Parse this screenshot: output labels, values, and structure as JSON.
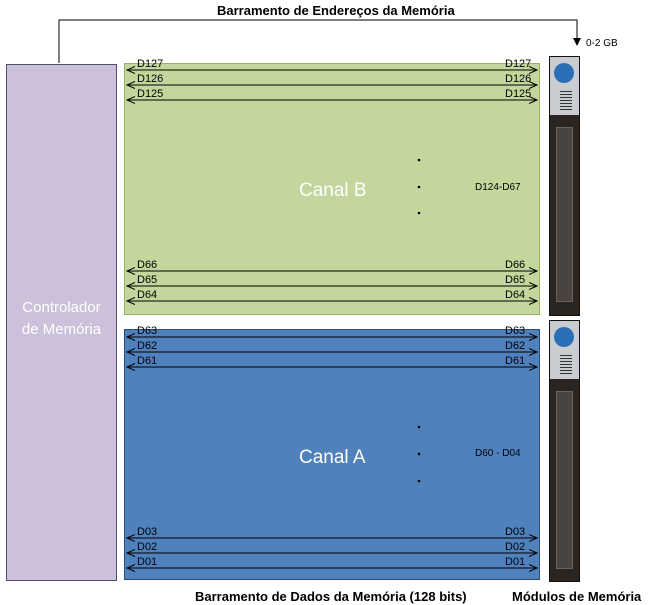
{
  "address_bus_label": "Barramento de Endereços da Memória",
  "address_range": "0-2 GB",
  "controller": {
    "line1": "Controlador",
    "line2": "de Memória"
  },
  "channel_b": {
    "label": "Canal B",
    "range_label": "D124-D67",
    "top_lines": [
      "D127",
      "D126",
      "D125"
    ],
    "bottom_lines": [
      "D66",
      "D65",
      "D64"
    ]
  },
  "channel_a": {
    "label": "Canal A",
    "range_label": "D60 - D04",
    "top_lines": [
      "D63",
      "D62",
      "D61"
    ],
    "bottom_lines": [
      "D03",
      "D02",
      "D01"
    ]
  },
  "data_bus_label": "Barramento de Dados da Memória (128 bits)",
  "modules_label": "Módulos de Memória",
  "colors": {
    "controller": "#ccc0da",
    "channel_b": "#c3d69b",
    "channel_a": "#4f81bd"
  }
}
